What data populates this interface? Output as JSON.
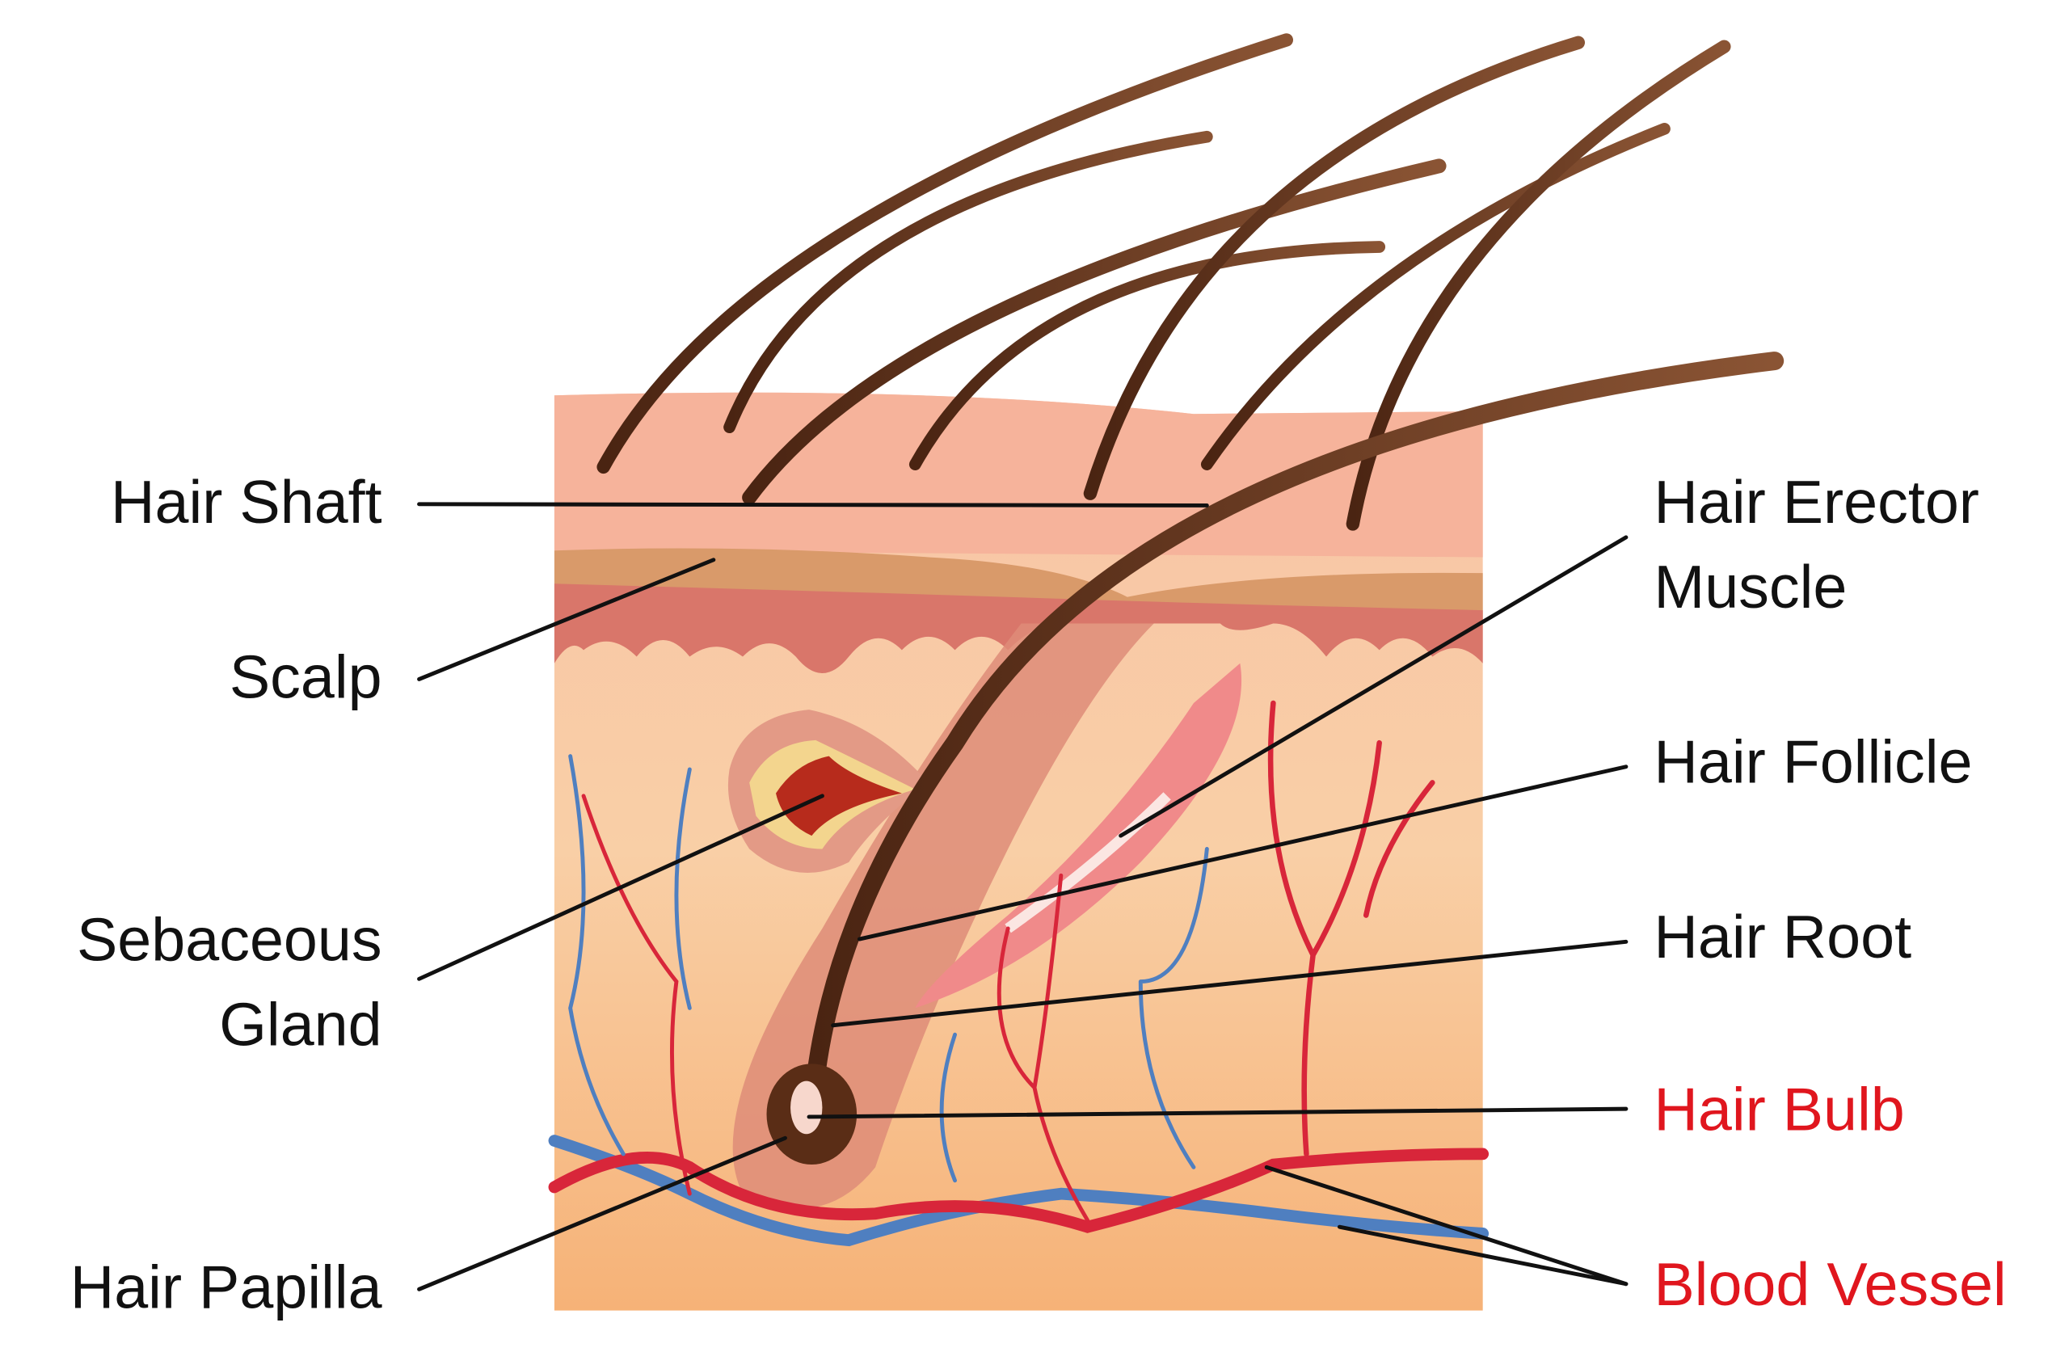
{
  "title": "Hair anatomy diagram",
  "labels_left": {
    "hair_shaft": "Hair Shaft",
    "scalp": "Scalp",
    "sebaceous_line1": "Sebaceous",
    "sebaceous_line2": "Gland",
    "hair_papilla": "Hair Papilla"
  },
  "labels_right": {
    "erector_line1": "Hair Erector",
    "erector_line2": "Muscle",
    "hair_follicle": "Hair Follicle",
    "hair_root": "Hair Root",
    "hair_bulb": "Hair Bulb",
    "blood_vessel": "Blood Vessel"
  },
  "colors": {
    "label": "#111111",
    "highlight": "#e0161e",
    "hair": "#6b3a22",
    "artery": "#d8263a",
    "vein": "#4f7fc0"
  }
}
